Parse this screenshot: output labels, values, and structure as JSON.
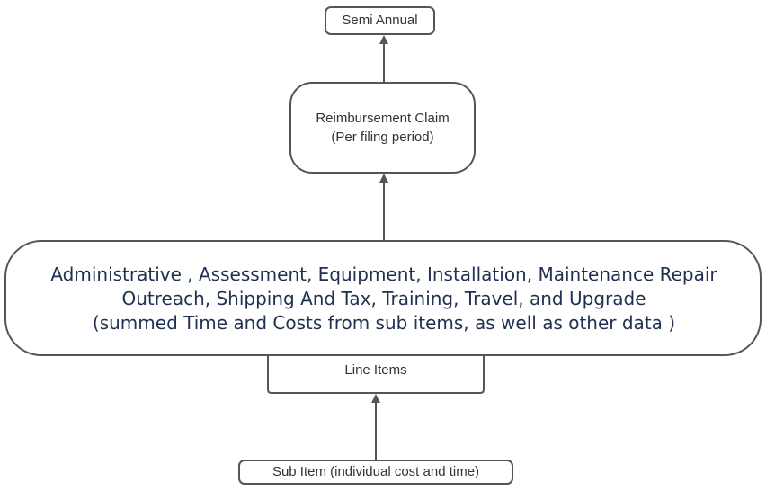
{
  "nodes": {
    "semi_annual": {
      "label": "Semi Annual"
    },
    "reimbursement_claim": {
      "line1": "Reimbursement Claim",
      "line2": "(Per filing period)"
    },
    "line_items_group": {
      "line1": "Administrative , Assessment, Equipment, Installation, Maintenance Repair",
      "line2": "Outreach, Shipping And Tax, Training, Travel, and Upgrade",
      "line3": "(summed Time and Costs from sub items, as well as other data )"
    },
    "line_items_tab": {
      "label": "Line Items"
    },
    "sub_item": {
      "label": "Sub Item (individual cost and time)"
    }
  },
  "colors": {
    "stroke": "#555555",
    "small_text": "#333333",
    "large_text": "#1f3050",
    "background": "#ffffff"
  }
}
